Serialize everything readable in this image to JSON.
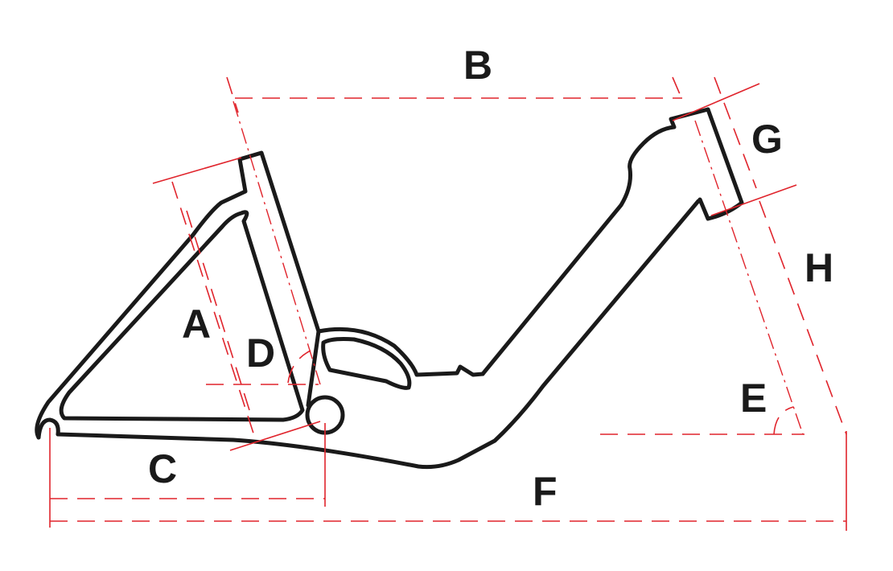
{
  "diagram": {
    "labels": {
      "A": "A",
      "B": "B",
      "C": "C",
      "D": "D",
      "E": "E",
      "F": "F",
      "G": "G",
      "H": "H"
    },
    "colors": {
      "frame": "#1a1a1a",
      "dimension": "#e0242c",
      "background": "#ffffff"
    }
  }
}
